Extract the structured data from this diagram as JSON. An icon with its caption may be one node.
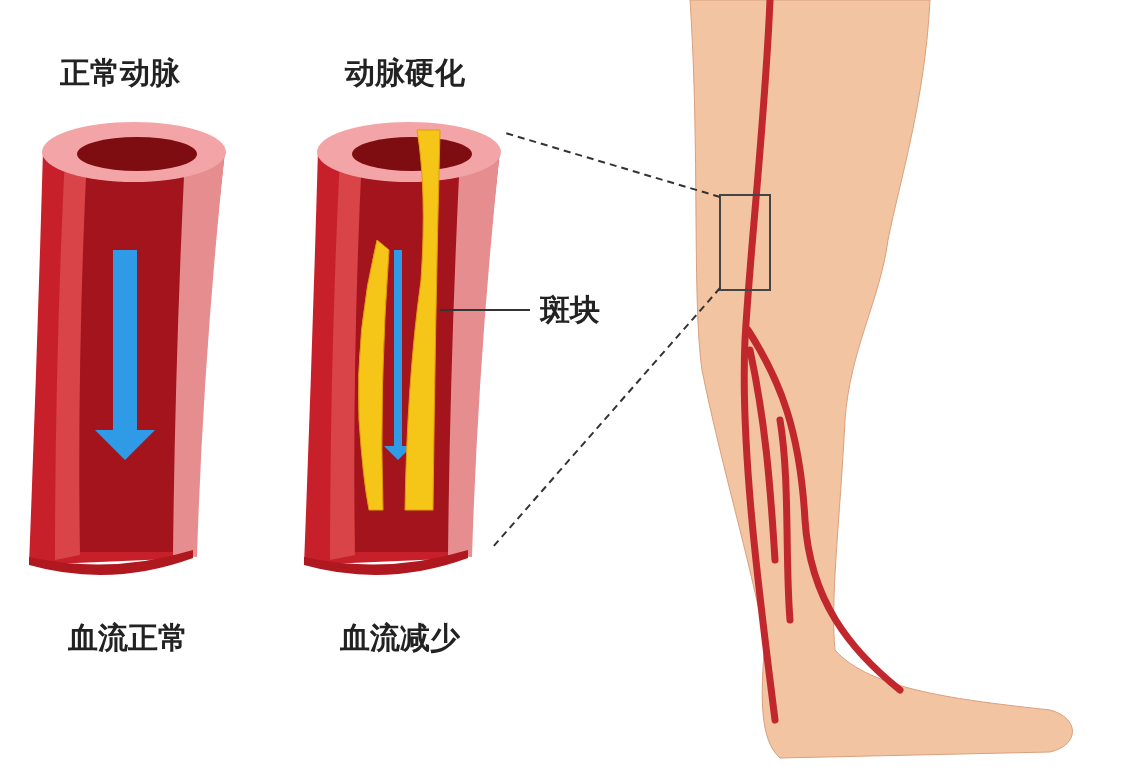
{
  "diagram": {
    "nodes": [
      {
        "text": [],
        "shape": "picture"
      },
      {
        "text": [],
        "shape": "picture"
      },
      {
        "text": [],
        "shape": "picture",
        "in": 1
      },
      {
        "text": [
          "斑块"
        ]
      },
      {
        "text": [],
        "shape": "picture"
      },
      {
        "text": [],
        "shape": "box",
        "in": 4
      }
    ],
    "edges": [
      {
        "from": 3,
        "to": 2,
        "arrow": "none"
      },
      {
        "from": 5,
        "to": 1,
        "arrow": "none",
        "style": "dashed"
      },
      {
        "from": 5,
        "to": 1,
        "arrow": "none",
        "style": "dashed"
      }
    ],
    "labels": [
      "正常动脉",
      "动脉硬化",
      "血流正常",
      "血流减少"
    ]
  }
}
